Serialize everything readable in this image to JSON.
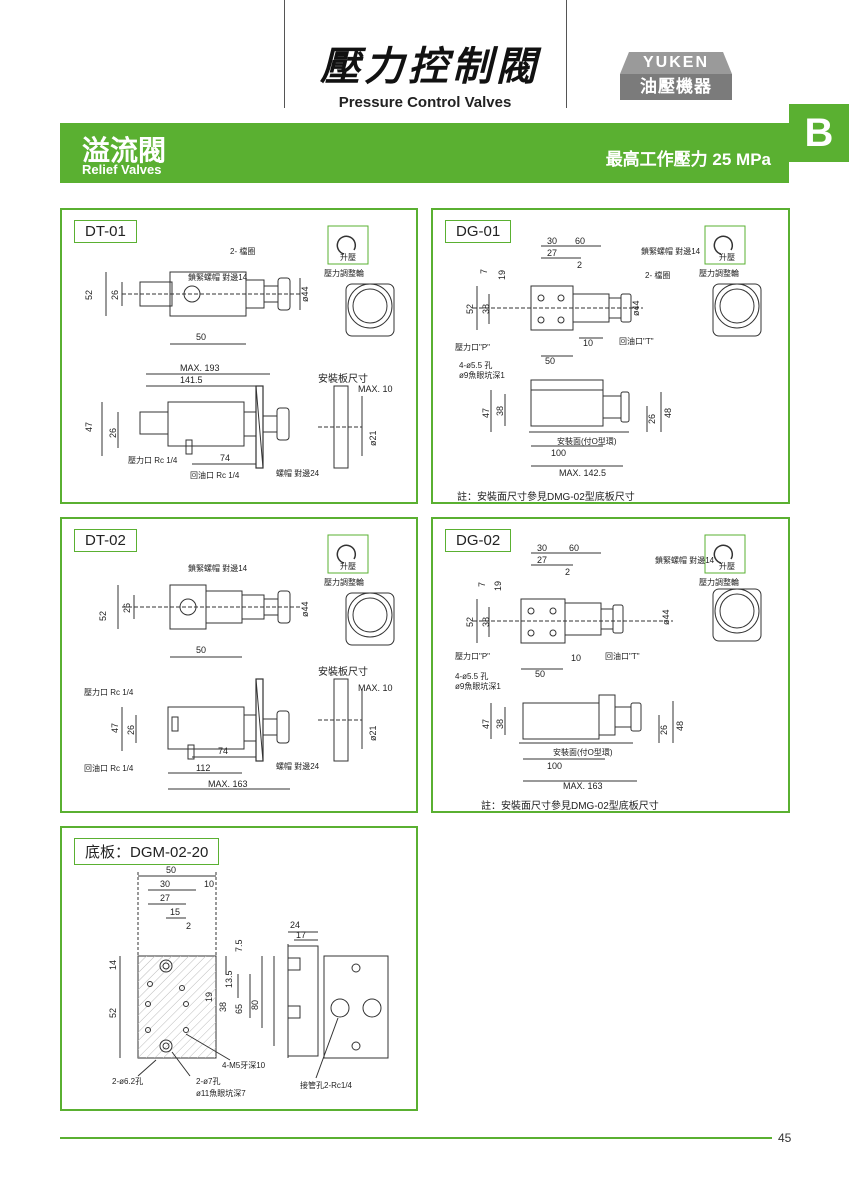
{
  "header": {
    "title_zh": "壓力控制閥",
    "title_en": "Pressure Control Valves",
    "logo_top": "YUKEN",
    "logo_bottom": "油壓機器"
  },
  "banner": {
    "title_zh": "溢流閥",
    "title_en": "Relief Valves",
    "max_pressure": "最高工作壓力  25 MPa",
    "section_tab": "B"
  },
  "panels": {
    "dt01": {
      "label": "DT-01",
      "rise": "升壓",
      "adjust_knob": "壓力調整輪",
      "lock_nut": "鎖緊螺帽 對邊14",
      "holes": "2- 檔圈",
      "mount_plate": "安裝板尺寸",
      "dims": [
        "52",
        "26",
        "50",
        "MAX. 193",
        "141.5",
        "47",
        "26",
        "74",
        "MAX. 10",
        "ø21",
        "ø44"
      ],
      "port_p": "壓力口 Rc 1/4",
      "port_t": "回油口 Rc 1/4",
      "nut": "螺帽 對邊24"
    },
    "dg01": {
      "label": "DG-01",
      "rise": "升壓",
      "adjust_knob": "壓力調整輪",
      "lock_nut": "鎖緊螺帽\n對邊14",
      "holes": "2- 檔圈",
      "dims": [
        "30",
        "60",
        "27",
        "2",
        "7",
        "19",
        "52",
        "38",
        "10",
        "50",
        "47",
        "38",
        "100",
        "MAX. 142.5",
        "26",
        "48",
        "ø44"
      ],
      "port_p": "壓力口\"P\"",
      "port_t": "回油口\"T\"",
      "mount_holes_1": "4-ø5.5 孔",
      "mount_holes_2": "ø9魚眼坑深1",
      "mount_face": "安裝面(付O型環)",
      "note": "註：安裝面尺寸參見DMG-02型底板尺寸"
    },
    "dt02": {
      "label": "DT-02",
      "rise": "升壓",
      "adjust_knob": "壓力調整輪",
      "lock_nut": "鎖緊螺帽 對邊14",
      "mount_plate": "安裝板尺寸",
      "dims": [
        "52",
        "26",
        "50",
        "47",
        "26",
        "74",
        "112",
        "MAX. 163",
        "MAX. 10",
        "ø21",
        "ø44"
      ],
      "port_p": "壓力口 Rc 1/4",
      "port_t": "回油口 Rc 1/4",
      "nut": "螺帽 對邊24"
    },
    "dg02": {
      "label": "DG-02",
      "rise": "升壓",
      "adjust_knob": "壓力調整輪",
      "lock_nut": "鎖緊螺帽\n對邊14",
      "dims": [
        "30",
        "60",
        "27",
        "2",
        "7",
        "19",
        "52",
        "38",
        "10",
        "50",
        "47",
        "38",
        "100",
        "MAX. 163",
        "26",
        "48",
        "ø44"
      ],
      "port_p": "壓力口\"P\"",
      "port_t": "回油口\"T\"",
      "mount_holes_1": "4-ø5.5 孔",
      "mount_holes_2": "ø9魚眼坑深1",
      "mount_face": "安裝面(付O型環)",
      "note": "註：安裝面尺寸參見DMG-02型底板尺寸"
    },
    "dgm": {
      "label": "底板：DGM-02-20",
      "dims": [
        "50",
        "30",
        "10",
        "27",
        "15",
        "2",
        "7.5",
        "14",
        "52",
        "13.5",
        "19",
        "38",
        "65",
        "80",
        "24",
        "17"
      ],
      "tapped": "4-M5牙深10",
      "drill_a": "2-ø6.2孔",
      "drill_b": "2-ø7孔",
      "counterbore": "ø11魚眼坑深7",
      "pipe": "接管孔2-Rc1/4"
    }
  },
  "footer": {
    "page": "45"
  },
  "colors": {
    "accent": "#5ab031",
    "logo_gray": "#8a8a8a"
  }
}
